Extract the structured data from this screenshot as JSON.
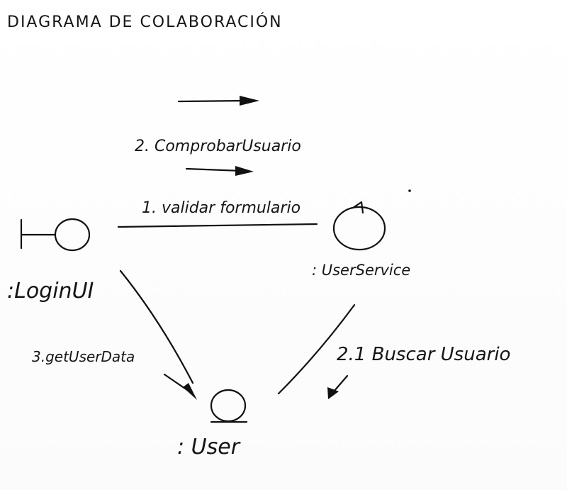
{
  "diagram": {
    "title": "DIAGRAMA DE COLABORACIÓN",
    "objects": {
      "login_ui": ":LoginUI",
      "user_service": ": UserService",
      "user": ": User"
    },
    "messages": {
      "m1": "1. validar formulario",
      "m2": "2. ComprobarUsuario",
      "m21": "2.1 Buscar Usuario",
      "m3": "3.getUserData"
    }
  },
  "colors": {
    "ink": "#111111",
    "paper": "#ffffff"
  },
  "icons": [
    "boundary-icon",
    "control-icon",
    "entity-icon"
  ]
}
